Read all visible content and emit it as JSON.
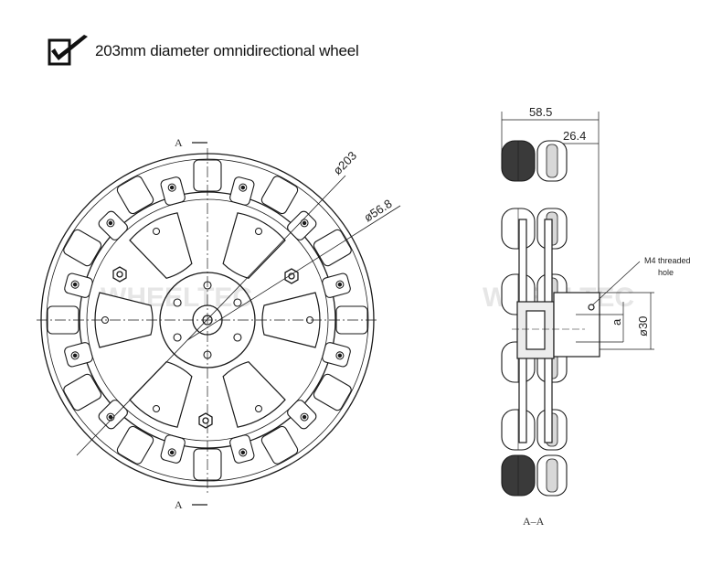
{
  "header": {
    "title": "203mm diameter omnidirectional wheel",
    "check_icon": "checkmark-box-icon"
  },
  "watermark": {
    "front": "WHEELTEC",
    "side": "WHEELTEC"
  },
  "front_view": {
    "section_mark_top": "A",
    "section_mark_bottom": "A",
    "dim_outer": "ø203",
    "dim_bolt_circle": "ø56.8"
  },
  "side_view": {
    "dim_width": "58.5",
    "dim_hub": "26.4",
    "dim_bore": "ø30",
    "dim_a": "a",
    "note_line1": "M4 threaded",
    "note_line2": "hole",
    "section_label": "A–A"
  },
  "colors": {
    "line": "#1a1a1a",
    "roller_fill": "#d8d8d8",
    "roller_dark": "#3a3a3a",
    "watermark": "#e6e6e6"
  }
}
